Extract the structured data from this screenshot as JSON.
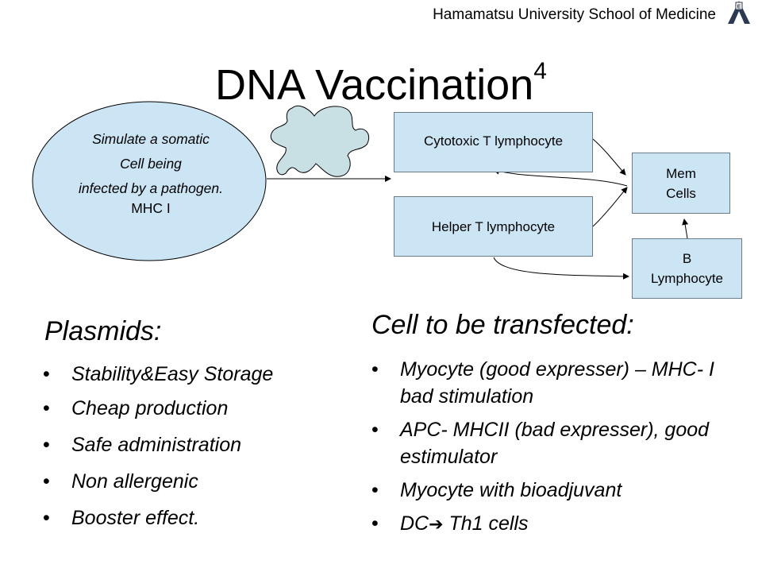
{
  "header": {
    "institution": "Hamamatsu University School of Medicine",
    "logo_icon": "university-emblem-icon"
  },
  "slide": {
    "title": "DNA Vaccination",
    "title_superscript": "4"
  },
  "diagram": {
    "ellipse": {
      "line1": "Simulate a somatic",
      "line2": "Cell being",
      "line3": "infected by a pathogen.",
      "line4": "MHC I"
    },
    "cytotoxic_t": "Cytotoxic T lymphocyte",
    "helper_t": "Helper T lymphocyte",
    "mem_cells": {
      "line1": "Mem",
      "line2": "Cells"
    },
    "b_lymphocyte": {
      "line1": "B",
      "line2": "Lymphocyte"
    },
    "colors": {
      "box_fill": "#cce5f5",
      "cell_fill": "#c8e0e4",
      "ellipse_fill": "#cce5f5"
    }
  },
  "plasmids": {
    "heading": "Plasmids:",
    "items": [
      "Stability&Easy Storage",
      "Cheap production",
      "Safe administration",
      "Non allergenic",
      "Booster effect."
    ]
  },
  "cell": {
    "heading": "Cell to be transfected:",
    "items": [
      "Myocyte (good expresser) – MHC- I bad stimulation",
      "APC- MHCII (bad expresser), good estimulator",
      "Myocyte with bioadjuvant"
    ],
    "last_item": {
      "prefix": "DC",
      "arrow": "➔",
      "suffix": " Th1 cells"
    }
  }
}
